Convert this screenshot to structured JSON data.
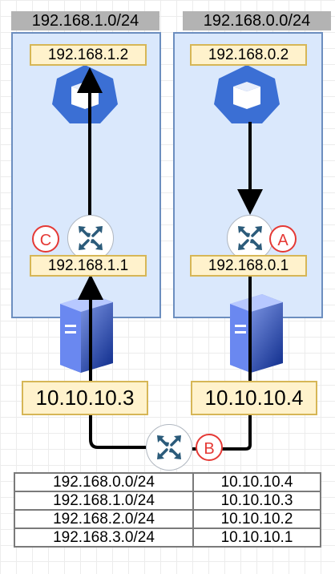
{
  "subnets": [
    {
      "cidr": "192.168.1.0/24",
      "host_ip": "192.168.1.2",
      "router_ip": "192.168.1.1",
      "badge": "C"
    },
    {
      "cidr": "192.168.0.0/24",
      "host_ip": "192.168.0.2",
      "router_ip": "192.168.0.1",
      "badge": "A"
    }
  ],
  "servers": [
    {
      "ip": "10.10.10.3"
    },
    {
      "ip": "10.10.10.4"
    }
  ],
  "central_router": {
    "badge": "B"
  },
  "routing_table": [
    {
      "destination": "192.168.0.0/24",
      "next_hop": "10.10.10.4"
    },
    {
      "destination": "192.168.1.0/24",
      "next_hop": "10.10.10.3"
    },
    {
      "destination": "192.168.2.0/24",
      "next_hop": "10.10.10.2"
    },
    {
      "destination": "192.168.3.0/24",
      "next_hop": "10.10.10.1"
    }
  ],
  "colors": {
    "subnet_fill": "#dae8fc",
    "subnet_border": "#6c8ebf",
    "label_fill": "#fff2cc",
    "label_border": "#d6b656",
    "badge_red": "#e53935",
    "pod_blue": "#3b6fd4",
    "router_icon": "#2b5b7a"
  },
  "icons": [
    "kubernetes-pod-icon",
    "router-icon",
    "server-icon"
  ]
}
